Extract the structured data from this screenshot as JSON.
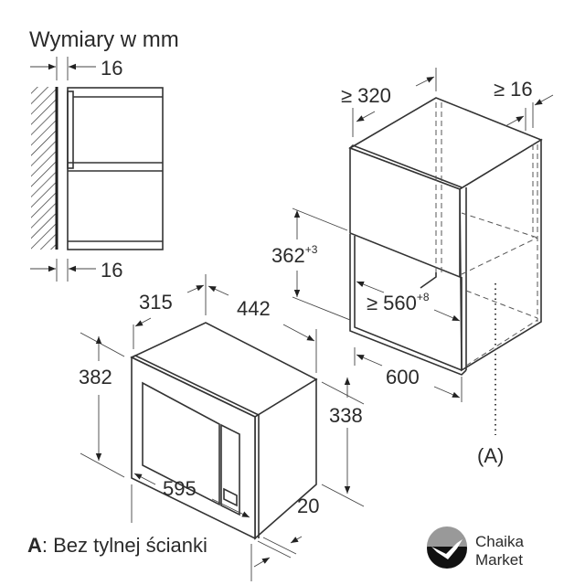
{
  "title": "Wymiary w mm",
  "dimensions": {
    "wall_gap_top": "16",
    "wall_gap_bottom": "16",
    "niche_depth": "≥ 320",
    "niche_depth_prefix": "≥",
    "side_gap": "≥ 16",
    "niche_height": "362",
    "niche_height_tol": "+3",
    "niche_width": "≥ 560",
    "niche_width_tol": "+8",
    "cabinet_width": "600",
    "device_depth": "315",
    "device_body_width": "442",
    "device_height": "382",
    "device_body_height": "338",
    "device_width": "595",
    "frame_depth": "20",
    "marker": "(A)"
  },
  "footnote": {
    "key": "A",
    "text": ": Bez tylnej ścianki"
  },
  "logo": {
    "line1": "Chaika",
    "line2": "Market"
  },
  "colors": {
    "line": "#333333",
    "text": "#2a2a2a"
  }
}
